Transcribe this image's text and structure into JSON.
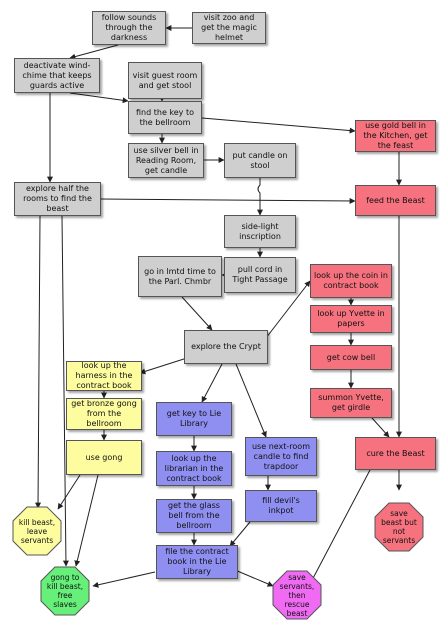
{
  "nodes": {
    "follow_sounds": "follow sounds through the darkness",
    "visit_zoo": "visit zoo and get the magic helmet",
    "deactivate_wind_chime": "deactivate wind-chime that keeps guards active",
    "visit_guest_room": "visit guest room and get stool",
    "find_key_bellroom": "find the key to the bellroom",
    "silver_bell": "use silver bell in Reading Room, get candle",
    "put_candle": "put candle on stool",
    "gold_bell": "use gold bell in the Kitchen, get the feast",
    "explore_half": "explore half the rooms to find the beast",
    "feed_beast": "feed the Beast",
    "side_light": "side-light inscription",
    "go_parl": "go in lmtd time to the Parl. Chmbr",
    "pull_cord": "pull cord in Tight Passage",
    "look_up_coin": "look up the coin in contract book",
    "look_up_yvette": "look up Yvette in papers",
    "explore_crypt": "explore the Crypt",
    "get_cow_bell": "get cow bell",
    "look_up_harness": "look up the harness in the contract book",
    "summon_yvette": "summon Yvette, get girdle",
    "get_bronze_gong": "get bronze gong from the bellroom",
    "key_lie_library": "get key to Lie Library",
    "next_room_candle": "use next-room candle to find trapdoor",
    "cure_beast": "cure the Beast",
    "use_gong": "use gong",
    "look_up_librarian": "look up the librarian in the contract book",
    "fill_inkpot": "fill devil's inkpot",
    "glass_bell": "get the glass bell from the bellroom",
    "file_contract": "file the contract book in the Lie Library",
    "kill_leave": "kill beast, leave servants",
    "save_beast_not": "save beast  but not servants",
    "gong_kill_free": "gong to kill beast, free slaves",
    "save_servants_rescue": "save servants, then rescue beast"
  },
  "colors": {
    "gray": "#cfcfcf",
    "red": "#f6727e",
    "yellow": "#fdfda0",
    "blue": "#8f8ff2",
    "ending_yellow": "#fdfda0",
    "ending_red": "#f6727e",
    "ending_green": "#66f07a",
    "ending_magenta": "#f06af4"
  }
}
